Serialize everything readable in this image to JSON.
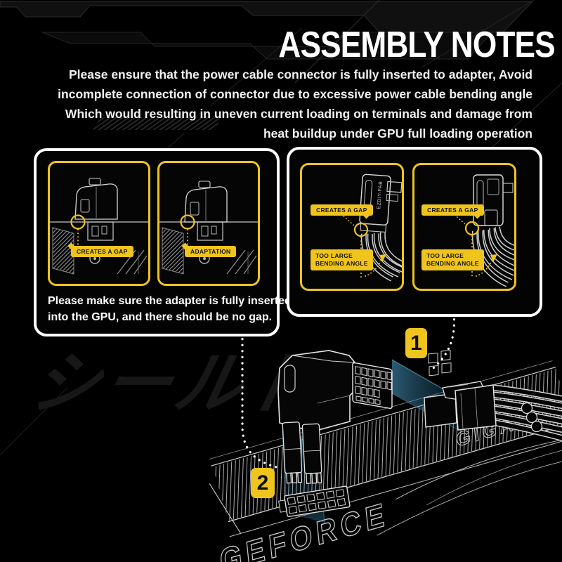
{
  "title": "ASSEMBLY NOTES",
  "intro": {
    "lines": [
      "Please ensure that the power cable connector is fully inserted to adapter, Avoid",
      "incomplete connection of connector due to excessive power cable bending angle",
      "Which would resulting in uneven current loading on terminals and damage from",
      "heat buildup under GPU full loading operation"
    ]
  },
  "adapter_panel": {
    "figures": [
      {
        "callout": "CREATES A GAP"
      },
      {
        "callout": "ADAPTATION"
      }
    ],
    "caption": [
      "Please make sure the adapter is fully inserted",
      "into the GPU, and there should be no gap."
    ]
  },
  "cable_panel": {
    "figures": [
      {
        "gap_callout": "CREATES A GAP",
        "angle_callout": [
          "TOO LARGE",
          "BENDING ANGLE"
        ],
        "connector_brand": "EZDIY-FAB"
      },
      {
        "gap_callout": "CREATES A GAP",
        "angle_callout": [
          "TOO LARGE",
          "BENDING ANGLE"
        ],
        "connector_brand": ""
      }
    ]
  },
  "diagram": {
    "steps": [
      {
        "number": "1"
      },
      {
        "number": "2"
      }
    ],
    "gpu_label": "GEFORCE",
    "gpu_brand_fragment": "GIGA",
    "watermark": "シールド"
  },
  "colors": {
    "accent_yellow": "#efc41d",
    "beam_blue": "#2a7fa8",
    "line_art": "#d4d4d4",
    "background": "#000000"
  }
}
